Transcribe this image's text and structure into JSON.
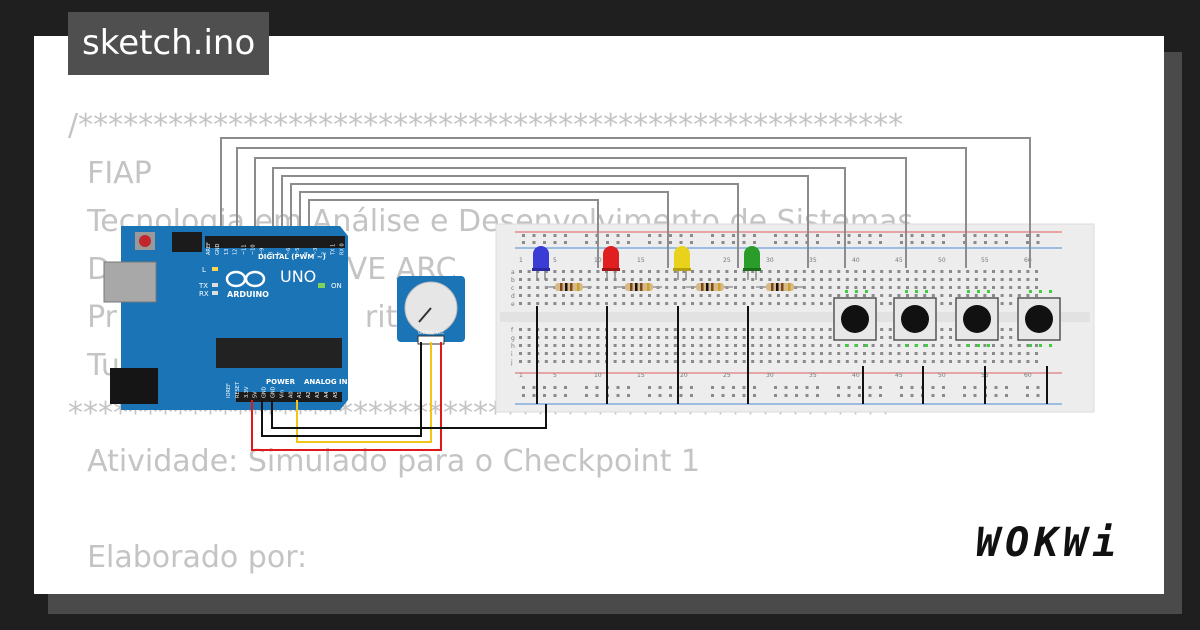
{
  "file_tab": {
    "label": "sketch.ino"
  },
  "code_lines": [
    "/*******************************************************",
    "  FIAP",
    "  Tecnologia em Análise e Desenvolvimento de Sistemas",
    "  D                    RTIVE ARC",
    "  Pr                          ritt",
    "  Tu",
    "*******************************************************",
    "  Atividade: Simulado para o Checkpoint 1",
    "",
    "  Elaborado por:"
  ],
  "brand": {
    "name": "WOKWi"
  },
  "arduino": {
    "model": "UNO",
    "maker": "ARDUINO",
    "digital_label": "DIGITAL (PWM ~)",
    "power_label": "POWER",
    "analog_label": "ANALOG IN",
    "on_label": "ON",
    "l_label": "L",
    "tx_label": "TX",
    "rx_label": "RX",
    "top_pins": [
      "AREF",
      "GND",
      "13",
      "12",
      "~11",
      "~10",
      "~9",
      "8",
      "7",
      "~6",
      "~5",
      "4",
      "~3",
      "2",
      "TX 1",
      "RX 0"
    ],
    "bottom_pins": [
      "IOREF",
      "RESET",
      "3.3V",
      "5V",
      "GND",
      "GND",
      "Vin",
      "A0",
      "A1",
      "A2",
      "A3",
      "A4",
      "A5"
    ]
  },
  "potentiometer": {
    "pins": [
      "GND",
      "SIG",
      "VCC"
    ]
  },
  "breadboard": {
    "column_numbers": [
      "1",
      "5",
      "10",
      "15",
      "20",
      "25",
      "30",
      "35",
      "40",
      "45",
      "50",
      "55",
      "60"
    ],
    "row_letters_top": [
      "a",
      "b",
      "c",
      "d",
      "e"
    ],
    "row_letters_bottom": [
      "f",
      "g",
      "h",
      "i",
      "j"
    ]
  },
  "leds": [
    {
      "name": "led-blue",
      "color": "#3b3bd6"
    },
    {
      "name": "led-red",
      "color": "#e02020"
    },
    {
      "name": "led-yellow",
      "color": "#e8d21c"
    },
    {
      "name": "led-green",
      "color": "#2a9c2a"
    }
  ],
  "colors": {
    "arduino_board": "#1a74b6",
    "breadboard": "#eeeeee",
    "wire_gray": "#8c8c8c",
    "wire_black": "#111111",
    "wire_red": "#e01818",
    "wire_yellow": "#f0c419"
  }
}
